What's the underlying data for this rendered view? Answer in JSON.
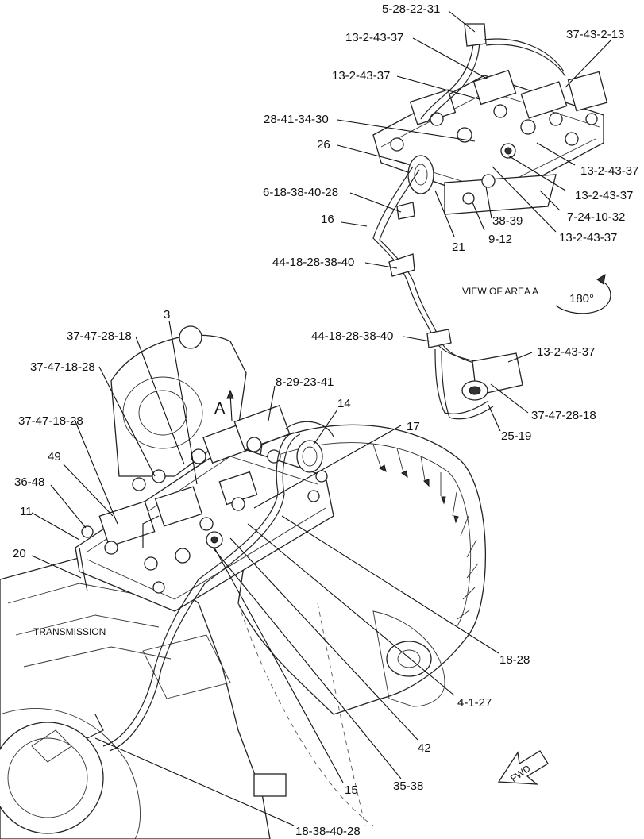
{
  "view_title": "VIEW OF AREA  A",
  "rotation_label": "180°",
  "area_marker": "A",
  "component_label": "TRANSMISSION",
  "direction_label": "FWD",
  "callouts": [
    "5-28-22-31",
    "13-2-43-37",
    "37-43-2-13",
    "13-2-43-37",
    "28-41-34-30",
    "26",
    "13-2-43-37",
    "13-2-43-37",
    "6-18-38-40-28",
    "16",
    "38-39",
    "7-24-10-32",
    "21",
    "9-12",
    "13-2-43-37",
    "44-18-28-38-40",
    "44-18-28-38-40",
    "13-2-43-37",
    "3",
    "37-47-28-18",
    "37-47-18-28",
    "8-29-23-41",
    "14",
    "37-47-28-18",
    "25-19",
    "37-47-18-28",
    "17",
    "49",
    "36-48",
    "11",
    "20",
    "18-28",
    "4-1-27",
    "42",
    "15",
    "35-38",
    "18-38-40-28"
  ]
}
